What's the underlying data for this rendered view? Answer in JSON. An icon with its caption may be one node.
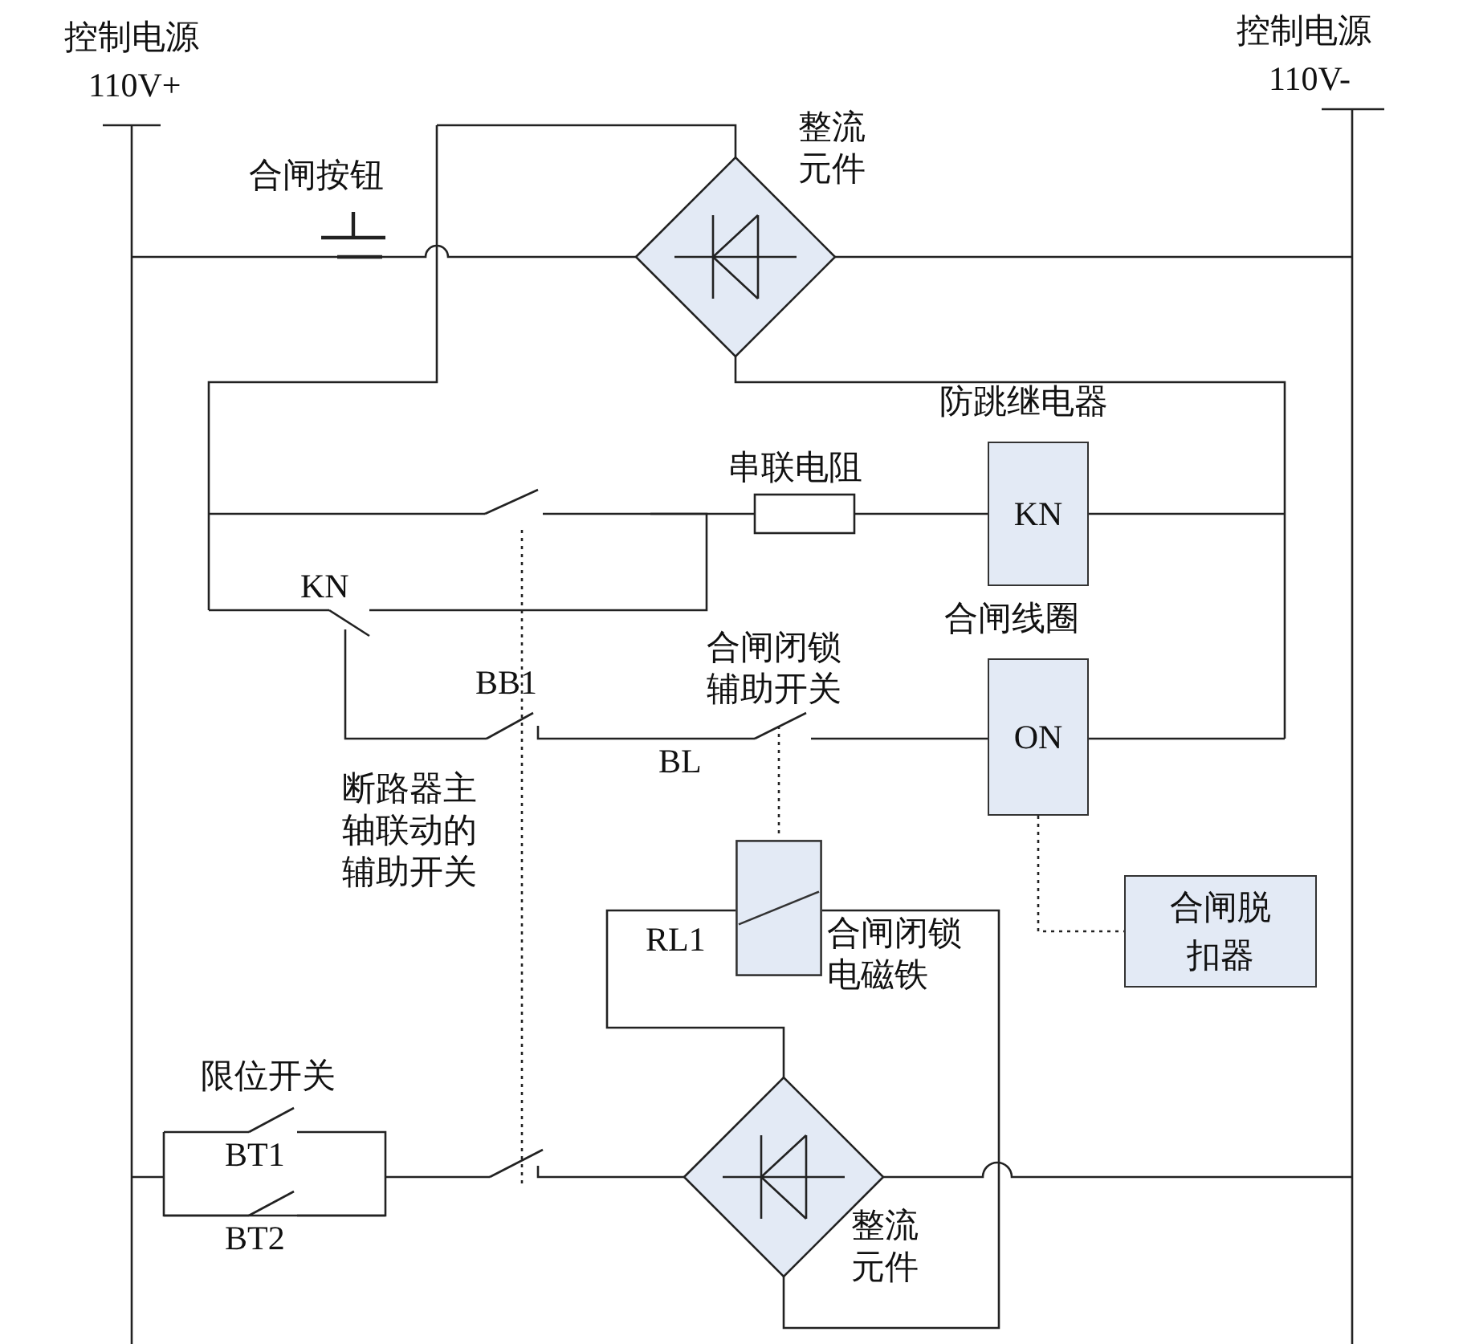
{
  "diagram": {
    "nodes": [
      {
        "text": [
          "KN"
        ],
        "beside": [
          "防跳继电器"
        ]
      },
      {
        "text": [
          "ON"
        ],
        "beside": [
          "合闸线圈"
        ]
      },
      {
        "text": [
          "合闸脱扣器"
        ]
      },
      {
        "text": [],
        "shape": "box"
      }
    ],
    "edges": [
      {
        "from": 1,
        "to": 2,
        "arrow": "none",
        "style": "dashed"
      }
    ],
    "labels": [
      "控制电源",
      "110V+",
      "控制电源",
      "110V-",
      "合闸按钮",
      "整流元件",
      "串联电阻",
      "KN",
      "合闸闭锁辅助开关",
      "BB1",
      "BL",
      "断路器主轴联动的辅助开关",
      "RL1",
      "合闸闭锁电磁铁",
      "限位开关",
      "BT1",
      "BT2",
      "整流元件"
    ]
  }
}
